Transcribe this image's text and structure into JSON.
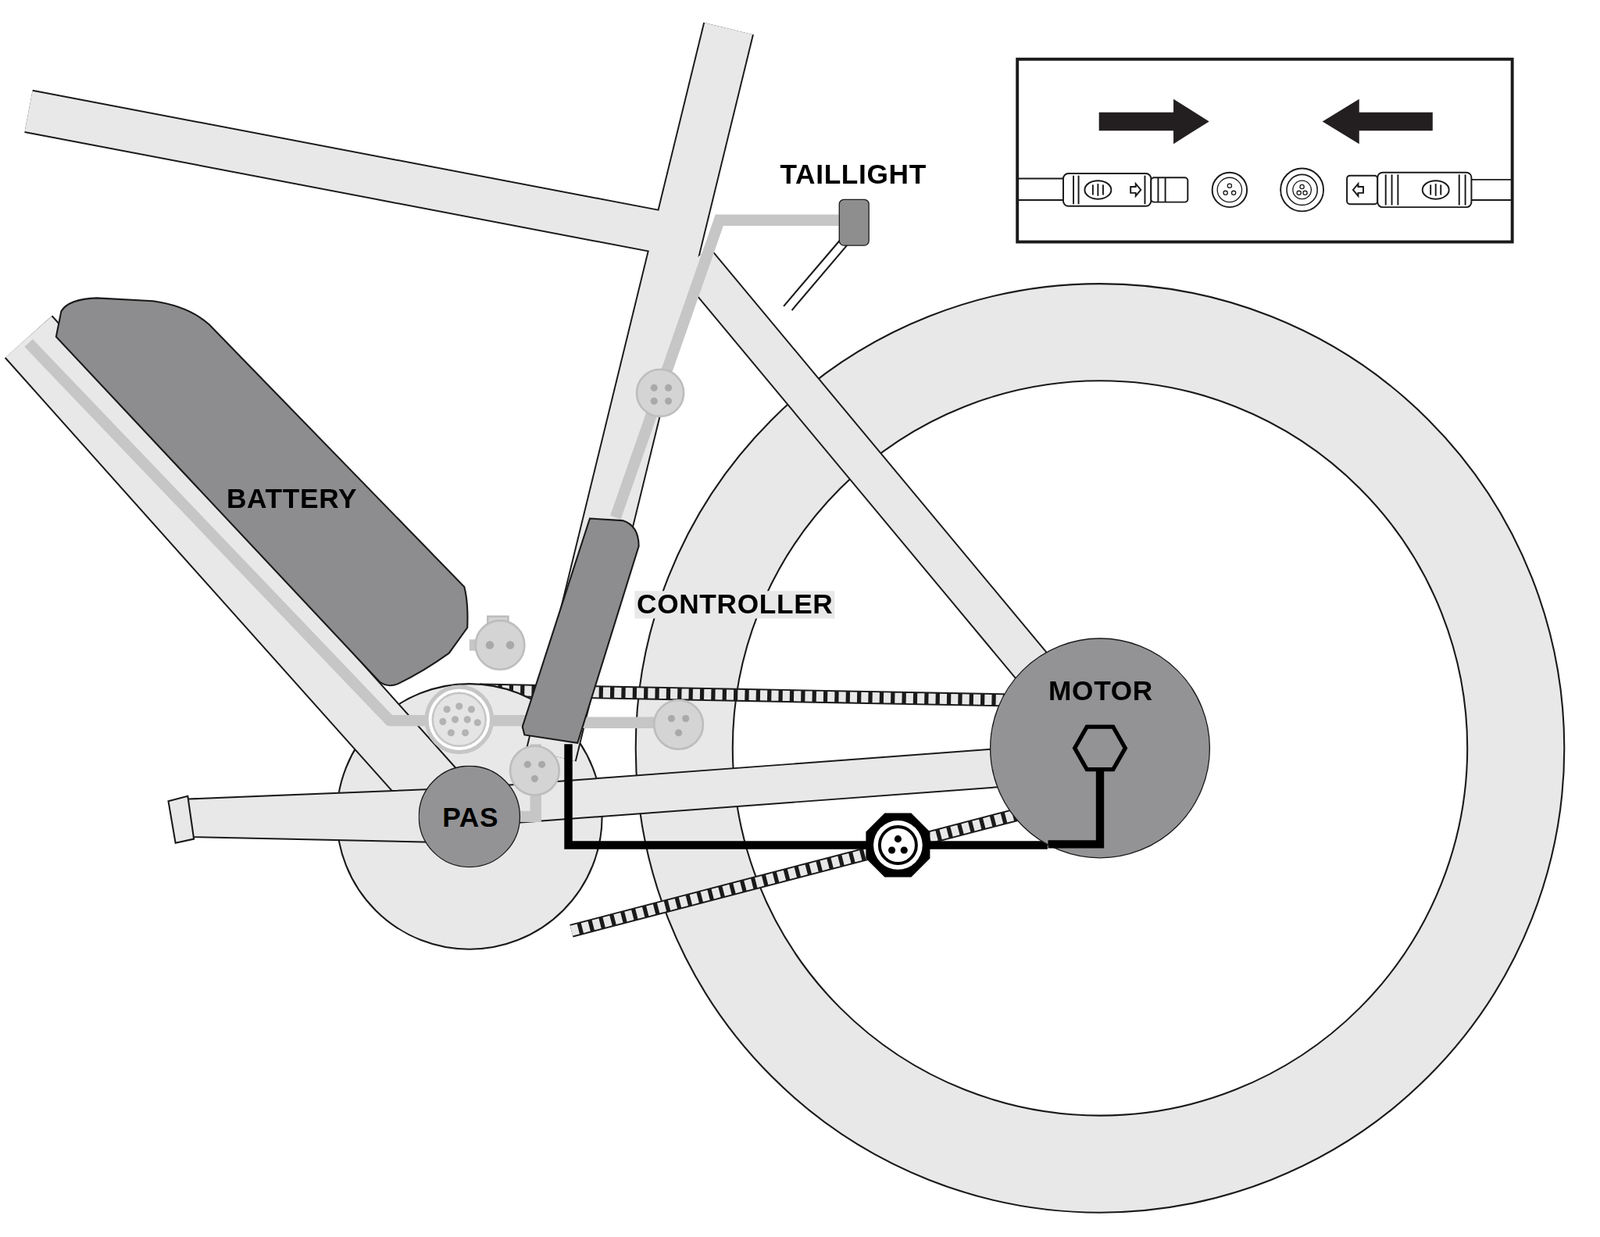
{
  "diagram": {
    "nodes": [
      {
        "text": [
          "TAILLIGHT"
        ]
      },
      {
        "text": [
          "BATTERY"
        ]
      },
      {
        "text": [
          "CONTROLLER"
        ]
      },
      {
        "text": [
          "MOTOR"
        ]
      },
      {
        "text": [
          "PAS"
        ]
      }
    ],
    "edges": [
      {
        "from": 2,
        "to": 0,
        "arrow": "none"
      },
      {
        "from": 1,
        "to": 2,
        "arrow": "none"
      },
      {
        "from": 4,
        "to": 2,
        "arrow": "none"
      },
      {
        "from": 2,
        "to": 3,
        "arrow": "none"
      }
    ]
  }
}
